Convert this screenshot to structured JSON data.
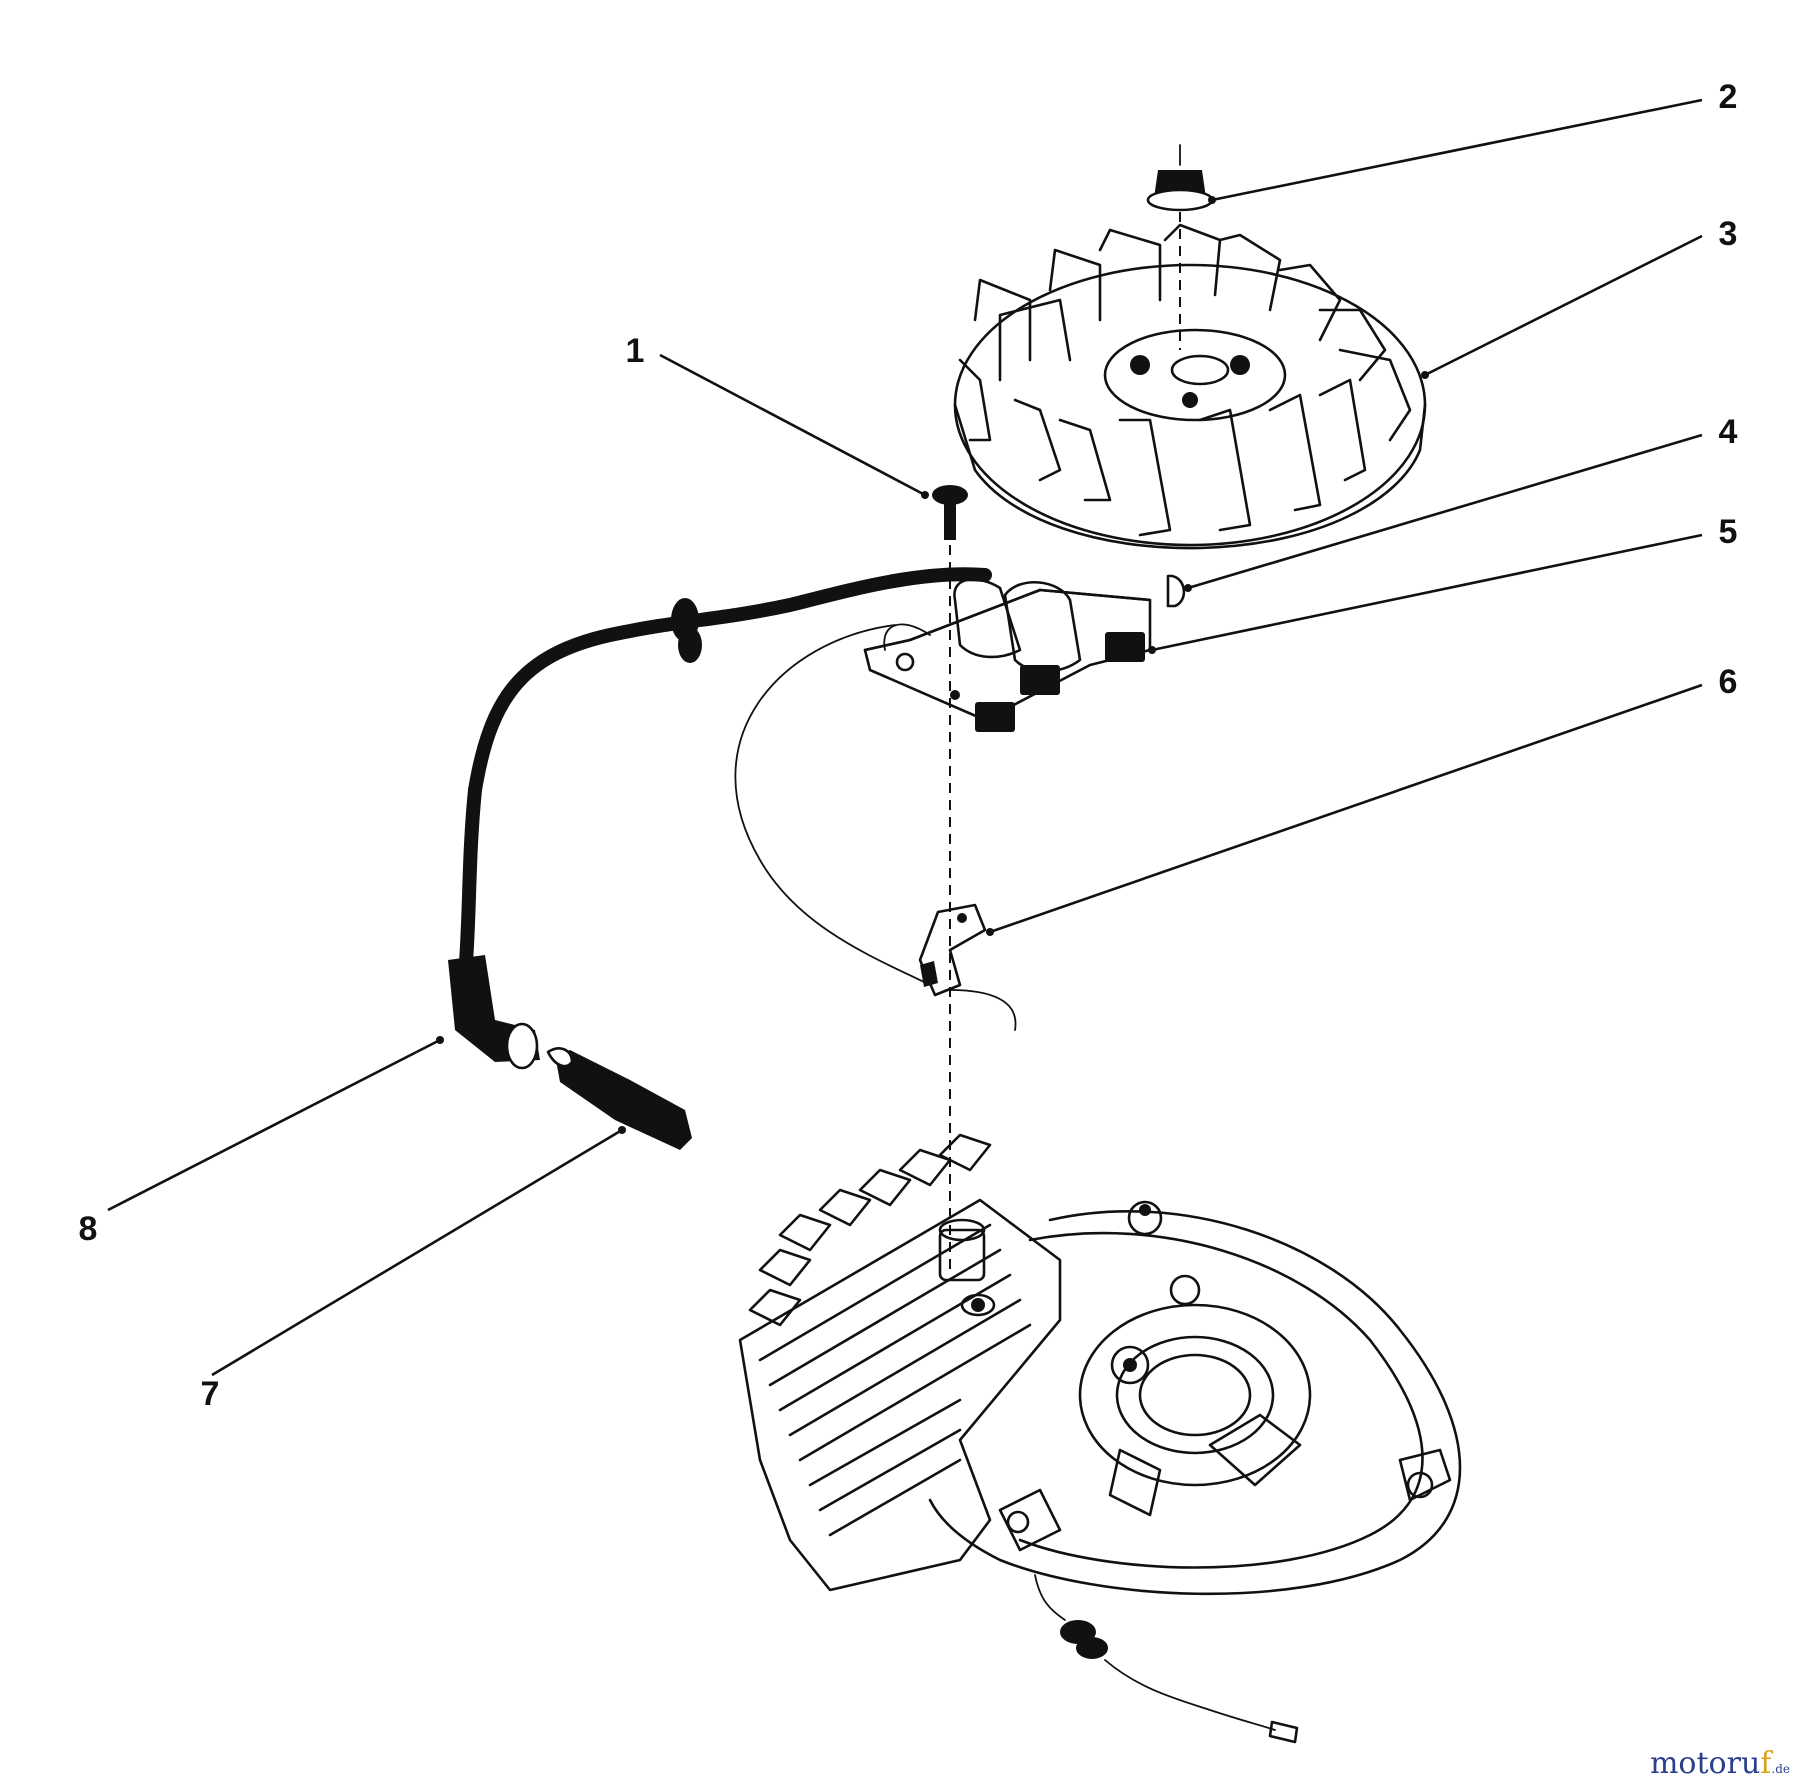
{
  "diagram": {
    "callouts": [
      {
        "id": "1",
        "label": "1"
      },
      {
        "id": "2",
        "label": "2"
      },
      {
        "id": "3",
        "label": "3"
      },
      {
        "id": "4",
        "label": "4"
      },
      {
        "id": "5",
        "label": "5"
      },
      {
        "id": "6",
        "label": "6"
      },
      {
        "id": "7",
        "label": "7"
      },
      {
        "id": "8",
        "label": "8"
      }
    ],
    "parts": [
      {
        "ref": "1",
        "icon": "screw-icon"
      },
      {
        "ref": "2",
        "icon": "flange-nut-icon"
      },
      {
        "ref": "3",
        "icon": "flywheel-icon"
      },
      {
        "ref": "4",
        "icon": "woodruff-key-icon"
      },
      {
        "ref": "5",
        "icon": "ignition-module-icon"
      },
      {
        "ref": "6",
        "icon": "ground-clip-icon"
      },
      {
        "ref": "7",
        "icon": "spark-plug-icon"
      },
      {
        "ref": "8",
        "icon": "spark-plug-boot-icon"
      }
    ],
    "ink_color": "#111111",
    "background": "#ffffff"
  },
  "watermark": {
    "text_main": "motoru",
    "text_accent": "f",
    "text_tld": ".de",
    "color_main": "#2b3f8c",
    "color_accent": "#d9a21b"
  }
}
